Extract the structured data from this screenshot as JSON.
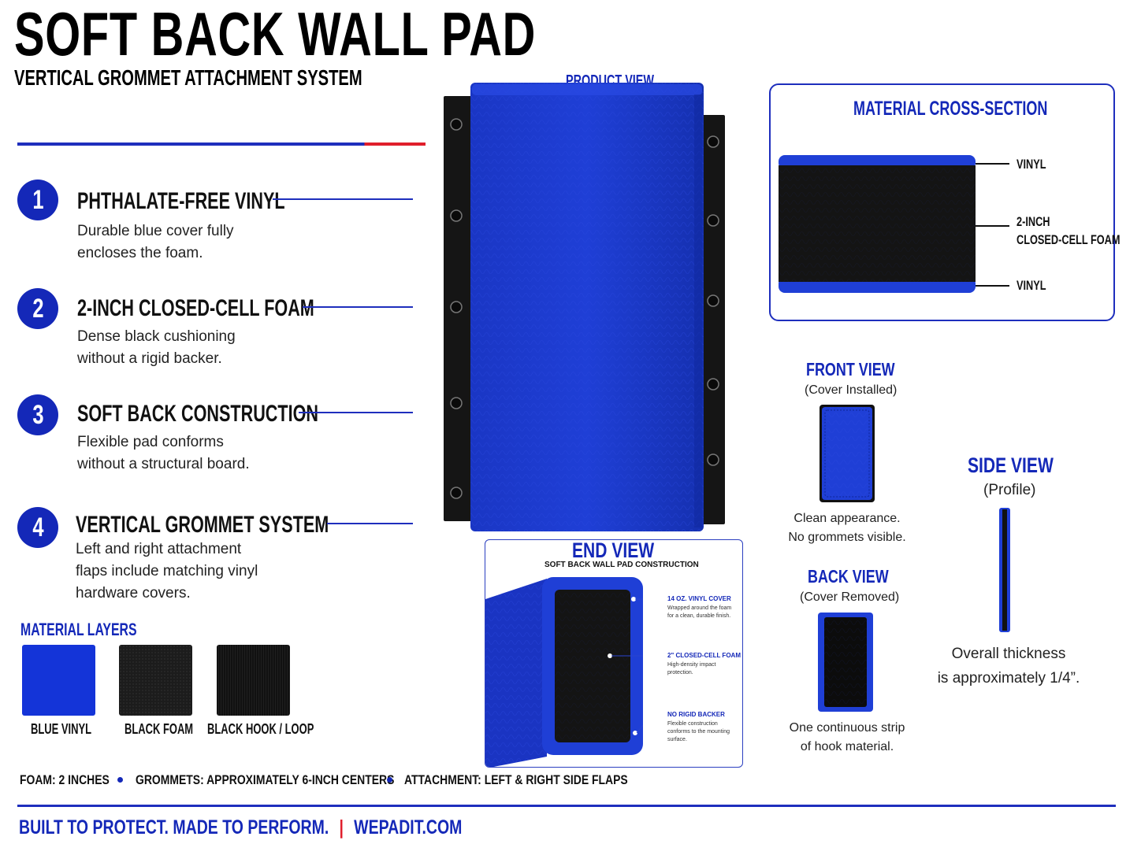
{
  "header": {
    "title": "SOFT BACK WALL PAD",
    "subtitle": "VERTICAL GROMMET ATTACHMENT SYSTEM"
  },
  "features": [
    {
      "number": "1",
      "title": "PHTHALATE-FREE VINYL",
      "description": "Durable blue cover fully encloses the foam."
    },
    {
      "number": "2",
      "title": "2-INCH CLOSED-CELL FOAM",
      "description": "Dense black cushioning without a rigid backer."
    },
    {
      "number": "3",
      "title": "SOFT BACK CONSTRUCTION",
      "description": "Flexible pad conforms without a structural board."
    },
    {
      "number": "4",
      "title": "VERTICAL GROMMET SYSTEM",
      "description": "Left and right attachment flaps include matching vinyl hardware covers."
    }
  ],
  "material_layers": {
    "title": "MATERIAL LAYERS",
    "items": [
      {
        "label": "BLUE VINYL",
        "color": "#1434d8"
      },
      {
        "label": "BLACK FOAM",
        "color": "#1a1a1a"
      },
      {
        "label": "BLACK HOOK / LOOP",
        "color": "#0d0d0d"
      }
    ]
  },
  "specs": {
    "foam": "FOAM: 2 INCHES",
    "grommets": "GROMMETS: APPROXIMATELY 6-INCH CENTERS",
    "attachment": "ATTACHMENT: LEFT & RIGHT SIDE FLAPS"
  },
  "footer": {
    "tagline": "BUILT TO PROTECT. MADE TO PERFORM.",
    "separator": "|",
    "website": "WEPADIT.COM"
  },
  "product_view": {
    "label": "PRODUCT VIEW"
  },
  "cross_section": {
    "title": "MATERIAL CROSS-SECTION",
    "top_label": "VINYL",
    "middle_label_line1": "2-INCH",
    "middle_label_line2": "CLOSED-CELL FOAM",
    "bottom_label": "VINYL"
  },
  "front_view": {
    "title": "FRONT VIEW",
    "subtitle": "(Cover Installed)",
    "description_line1": "Clean appearance.",
    "description_line2": "No grommets visible."
  },
  "back_view": {
    "title": "BACK VIEW",
    "subtitle": "(Cover Removed)",
    "description_line1": "One continuous strip",
    "description_line2": "of hook material."
  },
  "side_view": {
    "title": "SIDE VIEW",
    "subtitle": "(Profile)",
    "description_line1": "Overall thickness",
    "description_line2": "is approximately 1/4”."
  },
  "end_view": {
    "title": "END VIEW",
    "subtitle": "SOFT BACK WALL PAD CONSTRUCTION",
    "callouts": [
      {
        "heading": "14 OZ. VINYL COVER",
        "text": "Wrapped around the foam for a clean, durable finish."
      },
      {
        "heading": "2\" CLOSED-CELL FOAM",
        "text": "High-density impact protection."
      },
      {
        "heading": "NO RIGID BACKER",
        "text": "Flexible construction conforms to the mounting surface."
      }
    ]
  },
  "colors": {
    "brand_blue": "#1428b8",
    "vinyl_blue": "#1434d8",
    "accent_red": "#e01e2b",
    "foam_black": "#141414"
  }
}
